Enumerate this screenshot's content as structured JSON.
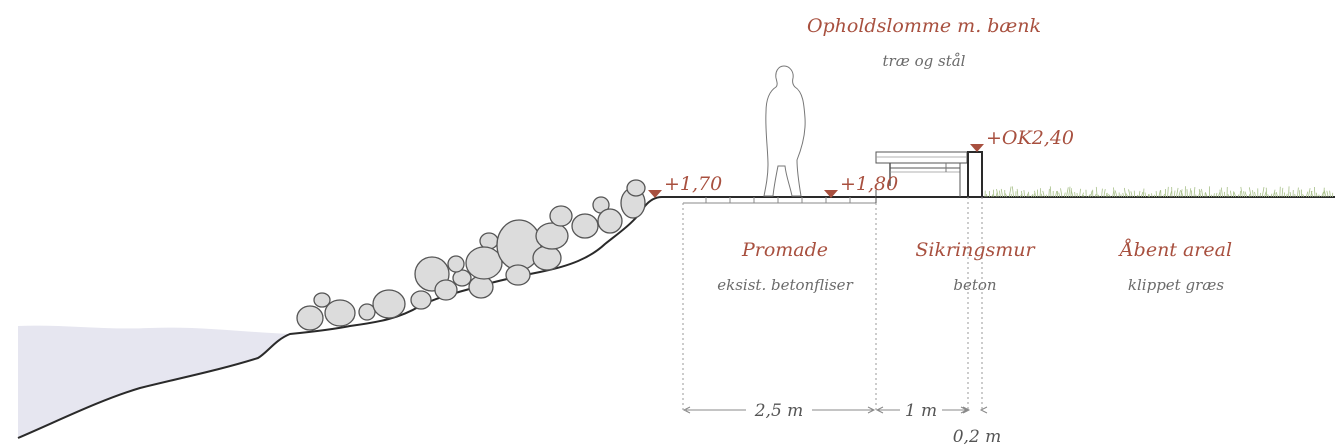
{
  "colors": {
    "label_red": "#a8503f",
    "label_grey": "#6b6b6b",
    "water": "#e6e6f0",
    "stone_fill": "#dcdcdc",
    "grass": "#a8c08a"
  },
  "labels": {
    "bench_title": "Opholdslomme m. bænk",
    "bench_material": "træ og stål",
    "promenade_title": "Promade",
    "promenade_material": "eksist. betonfliser",
    "wall_title": "Sikringsmur",
    "wall_material": "beton",
    "open_title": "Åbent areal",
    "open_material": "klippet græs"
  },
  "elevations": {
    "left": "+1,70",
    "right": "+1,80",
    "wall_top": "+OK2,40"
  },
  "dimensions": {
    "promenade_width": "2,5 m",
    "bench_width": "1 m",
    "wall_width": "0,2 m"
  }
}
